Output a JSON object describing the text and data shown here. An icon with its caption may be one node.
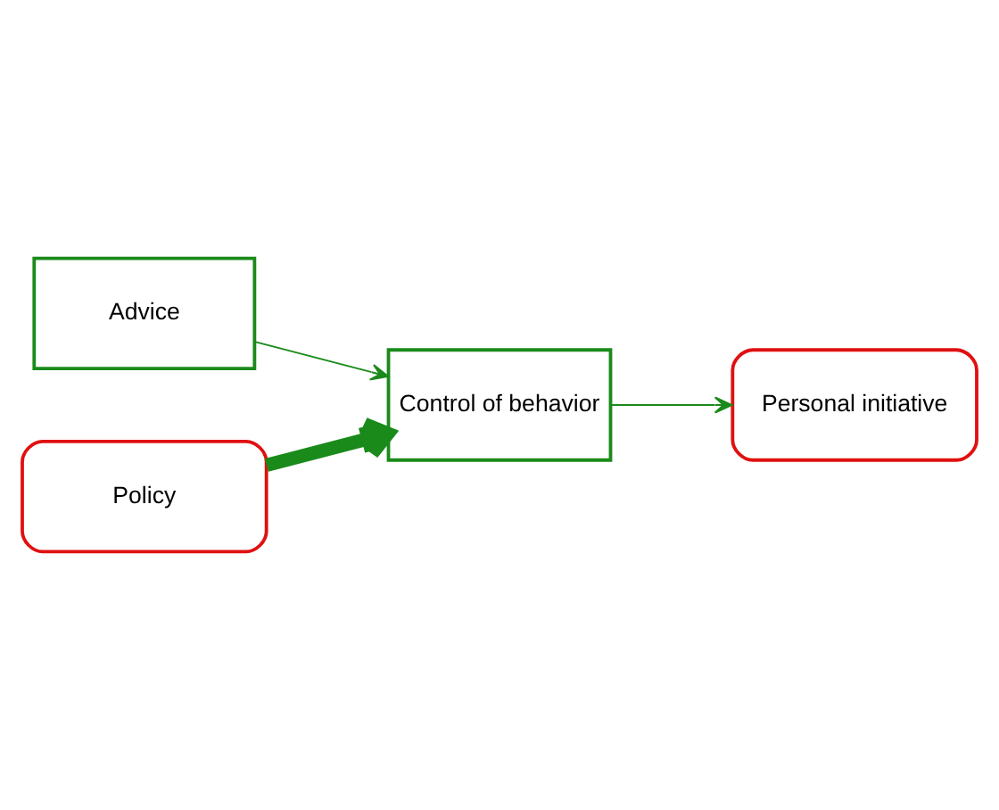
{
  "diagram": {
    "nodes": [
      {
        "text": [
          "Advice"
        ]
      },
      {
        "text": [
          "Control of behavior"
        ]
      },
      {
        "text": [
          "Policy"
        ]
      },
      {
        "text": [
          "Personal initiative"
        ]
      }
    ],
    "edges": [
      {
        "from": 0,
        "to": 1,
        "arrow": "to"
      },
      {
        "from": 2,
        "to": 1,
        "arrow": "to",
        "style": "thick"
      },
      {
        "from": 1,
        "to": 3,
        "arrow": "to"
      }
    ]
  }
}
